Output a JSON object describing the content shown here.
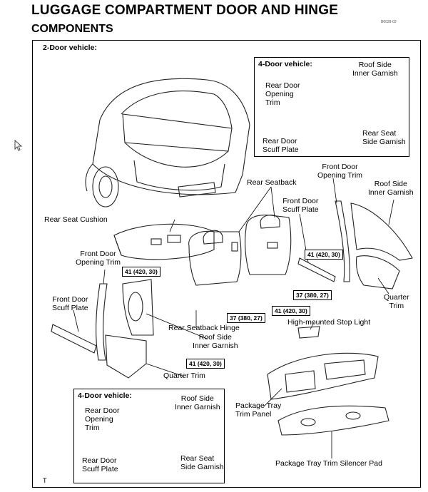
{
  "header": {
    "title": "LUGGAGE COMPARTMENT DOOR AND HINGE",
    "subtitle": "COMPONENTS",
    "doc_id": "B0028-02"
  },
  "main": {
    "section_label": "2-Door vehicle:",
    "labels": {
      "rear_seatback": "Rear Seatback",
      "rear_seat_cushion": "Rear Seat Cushion",
      "front_door_opening_trim_left": "Front Door\nOpening Trim",
      "front_door_scuff_plate_left": "Front Door\nScuff Plate",
      "front_door_scuff_plate_center": "Front Door\nScuff Plate",
      "front_door_opening_trim_right": "Front Door\nOpening Trim",
      "roof_side_inner_garnish_right": "Roof Side\nInner Garnish",
      "quarter_trim_right": "Quarter\nTrim",
      "rear_seatback_hinge": "Rear Seatback Hinge",
      "roof_side_inner_garnish_center": "Roof Side\nInner Garnish",
      "quarter_trim_center": "Quarter Trim",
      "high_mounted_stop_light": "High-mounted  Stop Light",
      "package_tray_trim_panel": "Package Tray\nTrim Panel",
      "package_tray_trim_silencer_pad": "Package Tray Trim Silencer Pad"
    },
    "torque": {
      "t1": "41 (420, 30)",
      "t2": "41 (420, 30)",
      "t3": "37 (380, 27)",
      "t4": "41 (420, 30)",
      "t5": "37 (380, 27)",
      "t6": "41 (420, 30)"
    },
    "footer_mark": "T"
  },
  "inset_top": {
    "title": "4-Door  vehicle:",
    "roof_side_inner_garnish": "Roof Side\nInner Garnish",
    "rear_door_opening_trim": "Rear Door\nOpening\nTrim",
    "rear_door_scuff_plate": "Rear Door\nScuff Plate",
    "rear_seat_side_garnish": "Rear Seat\nSide Garnish"
  },
  "inset_bottom": {
    "title": "4-Door  vehicle:",
    "roof_side_inner_garnish": "Roof Side\nInner Garnish",
    "rear_door_opening_trim": "Rear Door\nOpening\nTrim",
    "rear_door_scuff_plate": "Rear Door\nScuff Plate",
    "rear_seat_side_garnish": "Rear Seat\nSide Garnish"
  }
}
